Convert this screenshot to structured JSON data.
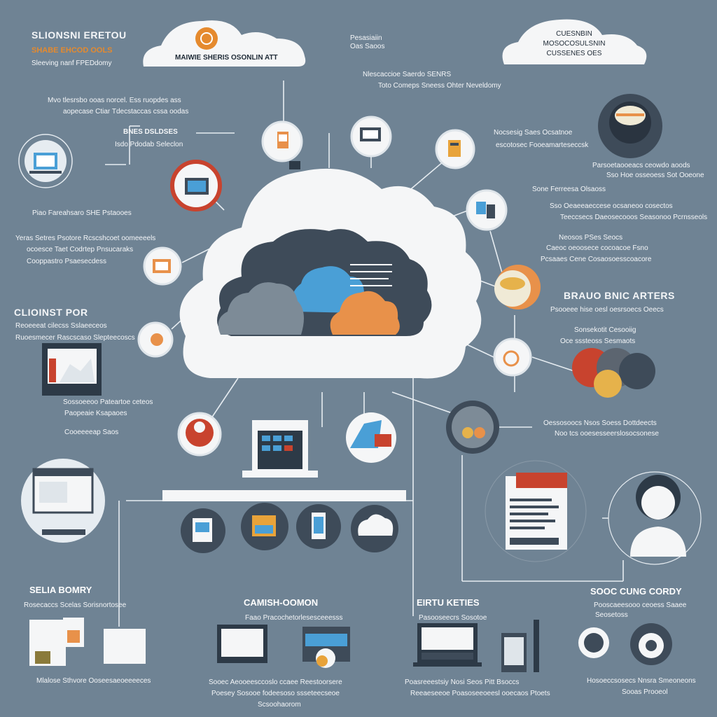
{
  "colors": {
    "background": "#6f8394",
    "line": "#e6ecf1",
    "cloud": "#f5f6f7",
    "dark_slate": "#3e4b59",
    "blue": "#4a9fd6",
    "orange": "#e8914a",
    "red": "#c8432e",
    "grey_cloud": "#7d8b97"
  },
  "top_left": {
    "title": "SLIONSNI ERETOU",
    "orange_line": "SHABE EHCOD OOLS",
    "sub": "Sleeving nanf FPEDdomy"
  },
  "top_cloud_left": {
    "label": "MAIWIE SHERIS OSONLIN ATT"
  },
  "top_cloud_right": {
    "lines": [
      "CUESNBIN",
      "MOSOCOSULSNIN",
      "CUSSENES OES"
    ]
  },
  "top_center_small": [
    "Pesasiaiin",
    "Oas Saoos"
  ],
  "mid_top_text": [
    "Nlescaccioe Saerdo SENRS",
    "Toto Comeps Sneess Ohter Neveldomy"
  ],
  "left_labels": {
    "a": [
      "Mvo tlesrsbo ooas norcel. Ess ruopdes ass",
      "aopecase Ctiar Tdecstaccas cssa oodas"
    ],
    "b": [
      "BNES DSLDSES",
      "Isdo Pdodab Seleclon"
    ],
    "c": "Piao Fareahsaro SHE Pstaooes",
    "d": [
      "Yeras Setres Psotore Rcscshcoet oomeeeels",
      "ocoesce Taet Codrtep Pnsucaraks",
      "Cooppastro Psaesecdess"
    ],
    "e": [
      "CLIOINST POR",
      "Reoeeeat cilecss Sslaeeceos",
      "Ruoesmecer Rascscaso Slepteecoscs"
    ],
    "f": [
      "Sossoeeoo Pateartoe ceteos",
      "Paopeaie Ksapaoes",
      "Cooeeeeap Saos"
    ]
  },
  "right_labels": {
    "a": [
      "Nocsesig Saes Ocsatnoe",
      "escotosec Fooeamarteseccsk"
    ],
    "b": [
      "Parsoetaooeacs ceowdo aoods",
      "Sso Hoe osseoess Sot Ooeone"
    ],
    "c": "Sone Ferreesa Olsaoss",
    "d": [
      "Sso Oeaeeaeccese ocsaneoo cosectos",
      "Teeccsecs Daeosecooos Seasonoo Pcrnsseols"
    ],
    "e": [
      "Neosos PSes Seocs",
      "Caeoc oeoosece cocoacoe Fsno",
      "Pcsaaes Cene Cosaosoesscoacore"
    ],
    "f": [
      "BRAUO BNIC ARTERS",
      "Psooeee hise oesl oesrsoecs Oeecs",
      "Sonsekotit Cesooiig",
      "Oce sssteoss Sesmaots"
    ],
    "g": [
      "Oessosoocs Nsos Soess Dottdeects",
      "Noo tcs ooesesseerslosocsonese"
    ]
  },
  "bottom": {
    "col1": {
      "title": "SELIA BOMRY",
      "sub": "Rosecaccs Scelas Sorisnortosee",
      "foot": "Mlalose Sthvore Ooseesaeoeeeeces"
    },
    "col2": {
      "title": "CAMISH-OOMON",
      "sub": "Faao Pracochetorlesesceeesss",
      "foot": [
        "Sooec Aeooeesccoslo ccaee Reestoorsere",
        "Poesey Sosooe fodeesoso ssseteecseoe",
        "Scsoohaorom"
      ]
    },
    "col3": {
      "title": "EIRTU KETIES",
      "sub": "Pasooseecrs Sosotoe",
      "foot": [
        "Poasreeestsiy Nosi Seos Pitt Bsoccs",
        "Reeaeseeoe Poasoseeoeesl ooecaos Ptoets"
      ]
    },
    "col4": {
      "title": "SOOC CUNG CORDY",
      "sub": [
        "Pooscaeesooo ceoess Saaee",
        "Seosetoss"
      ],
      "foot": [
        "Hosoeccsosecs Nnsra Smeoneons",
        "Sooas Prooeol"
      ]
    }
  },
  "chart_data": []
}
